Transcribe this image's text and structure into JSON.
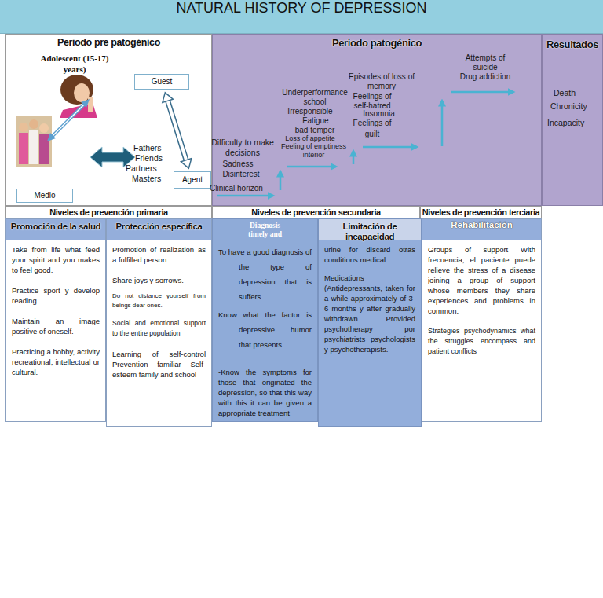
{
  "diagram": {
    "title": "NATURAL HISTORY OF DEPRESSION",
    "nodes": [
      {
        "text": [
          "Periodo pre patogénico"
        ]
      },
      {
        "text": [
          "Guest"
        ],
        "in": 0
      },
      {
        "text": [
          "Agent"
        ],
        "in": 0
      },
      {
        "text": [
          "Medio"
        ],
        "in": 0
      },
      {
        "text": [
          "Periodo patogénico"
        ]
      },
      {
        "text": [
          "Resultados",
          "Death",
          "Chronicity",
          "Incapacity"
        ]
      },
      {
        "text": [
          "Niveles de prevención primaria"
        ]
      },
      {
        "text": [
          "Niveles de prevención secundaria"
        ]
      },
      {
        "text": [
          "Niveles de prevención terciaria"
        ]
      },
      {
        "text": [
          "Promoción de la salud",
          "Take from life what feed your spirit and you makes to feel good.",
          "Practice sport y develop reading.",
          "Maintain an image positive of oneself.",
          "Practicing a hobby, activity recreational, intellectual or cultural."
        ]
      },
      {
        "text": [
          "Protección específica",
          "Promotion of realization as a fulfilled person",
          "Share joys y sorrows.",
          "Do not distance yourself from beings dear ones.",
          "Social and emotional support to the entire population",
          "Learning of self-control Prevention familiar Self-esteem family and school"
        ]
      },
      {
        "text": [
          "Diagnosis timely and",
          "To have a good diagnosis of the type of depression that is suffers.",
          "Know what the factor is depressive humor that presents.",
          "-",
          "-Know the symptoms for those that originated the depression, so that this way with this it can be given a appropriate treatment"
        ]
      },
      {
        "text": [
          "Limitación de incapacidad",
          "urine for discard otras conditions medical",
          "Medications (Antidepressants, taken for a while approximately of 3-6 months y after gradually withdrawn Provided psychotherapy por psychiatrists psychologists y psychotherapists."
        ]
      },
      {
        "text": [
          "Rehabilitación",
          "Groups of support With frecuencia, el paciente puede relieve the stress of a disease joining a group of support whose members they share experiences and problems in common.",
          "Strategies psychodynamics what the struggles encompass and patient conflicts"
        ]
      }
    ],
    "edges": [
      {
        "from": 1,
        "to": 2,
        "arrow": "both"
      }
    ],
    "labels": [
      "Adolescent (15-17) years)",
      "Fathers",
      "Friends",
      "Partners",
      "Masters",
      "Difficulty to make decisions",
      "Sadness",
      "Disinterest",
      "Clinical horizon",
      "Underperformance school",
      "Irresponsible",
      "Fatigue",
      "bad temper",
      "Loss of appetite",
      "Feeling of emptiness interior",
      "Episodes of loss of memory",
      "Feelings of self-hatred",
      "Insomnia",
      "Feelings of guilt",
      "Attempts of suicide",
      "Drug addiction"
    ]
  }
}
